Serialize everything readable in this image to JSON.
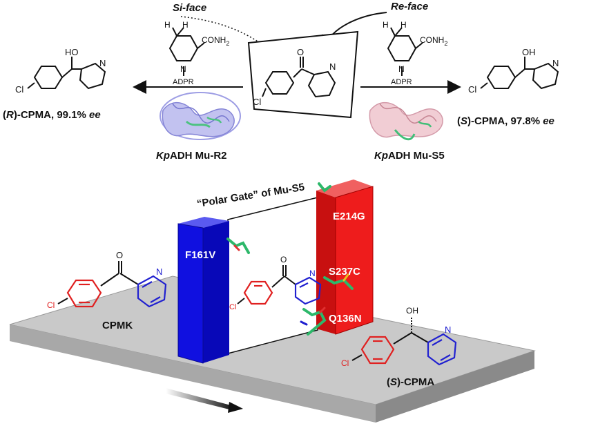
{
  "top": {
    "si_face": "Si-face",
    "re_face": "Re-face",
    "cofactor_group": "CONH",
    "cofactor_group_sub": "2",
    "cofactor_h_left": "H",
    "cofactor_h_right": "H",
    "cofactor_n": "N",
    "cofactor_adpr": "ADPR",
    "ketone_o": "O",
    "ketone_n": "N",
    "ketone_cl": "Cl",
    "left_product": {
      "oh": "HO",
      "n": "N",
      "cl": "Cl",
      "stereo": "R",
      "caption": "-CPMA, 99.1% ",
      "ee": "ee"
    },
    "right_product": {
      "oh": "OH",
      "n": "N",
      "cl": "Cl",
      "stereo": "S",
      "caption": "-CPMA, 97.8% ",
      "ee": "ee"
    },
    "enzyme_left": {
      "prefix": "Kp",
      "name": "ADH Mu-R2"
    },
    "enzyme_right": {
      "prefix": "Kp",
      "name": "ADH Mu-S5"
    }
  },
  "bottom": {
    "gate_title": "“Polar Gate” of Mu-S5",
    "residues": {
      "f161v": "F161V",
      "e214g": "E214G",
      "s237c": "S237C",
      "q136n": "Q136N"
    },
    "cpmk_label": "CPMK",
    "cpmk_o": "O",
    "cpmk_n": "N",
    "cpmk_cl": "Cl",
    "mid_o": "O",
    "mid_n": "N",
    "mid_cl": "Cl",
    "product_label_paren_open": "(",
    "product_label_stereo": "S",
    "product_label_rest": ")-CPMA",
    "product_oh": "OH",
    "product_n": "N",
    "product_cl": "Cl"
  },
  "colors": {
    "blue_wall": "#1010e0",
    "red_wall": "#ee1c1c",
    "platform_top": "#c8c8c8",
    "platform_side": "#9a9a9a",
    "enzyme_left": "#8c8ce0",
    "enzyme_right": "#e0a8b4",
    "ligand_green": "#2db86a"
  }
}
